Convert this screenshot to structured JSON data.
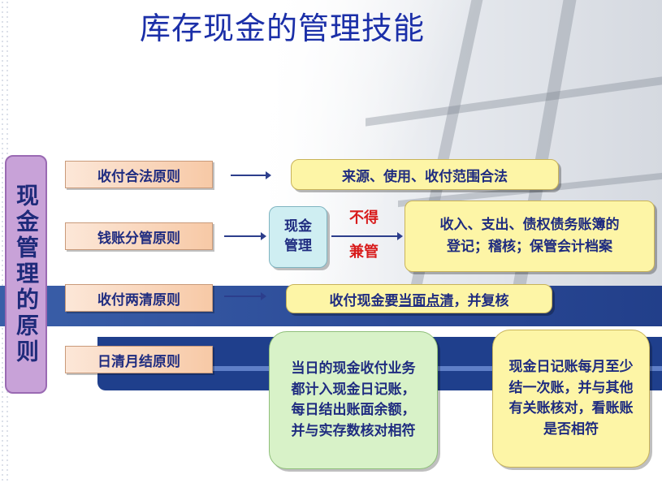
{
  "title": "库存现金的管理技能",
  "principle_label": "现金管理的原则",
  "rules": [
    {
      "label": "收付合法原则"
    },
    {
      "label": "钱账分管原则"
    },
    {
      "label": "收付两清原则"
    },
    {
      "label": "日清月结原则"
    }
  ],
  "row1_box": "来源、使用、收付范围合法",
  "cash_mgmt": {
    "line1": "现金",
    "line2": "管理"
  },
  "not_allowed": "不得",
  "concurrent": "兼管",
  "row2_box": {
    "line1": "收入、支出、债权债务账簿的",
    "line2": "登记；稽核；保管会计档案"
  },
  "row3_box": {
    "pre": "收付现金要",
    "underlined": "当面点清",
    "post": "，并复核"
  },
  "green_box": {
    "l1": "当日的现金收付业务",
    "l2": "都计入现金日记账，",
    "l3": "每日结出账面余额，",
    "l4": "并与实存数核对相符"
  },
  "yellow_box": {
    "l1": "现金日记账每月至少",
    "l2": "结一次账，并与其他",
    "l3": "有关账核对，看账账",
    "l4": "是否相符"
  },
  "colors": {
    "title": "#1b2fa8",
    "accent_red": "#d81b1b",
    "band_blue": "#2b4a97"
  }
}
